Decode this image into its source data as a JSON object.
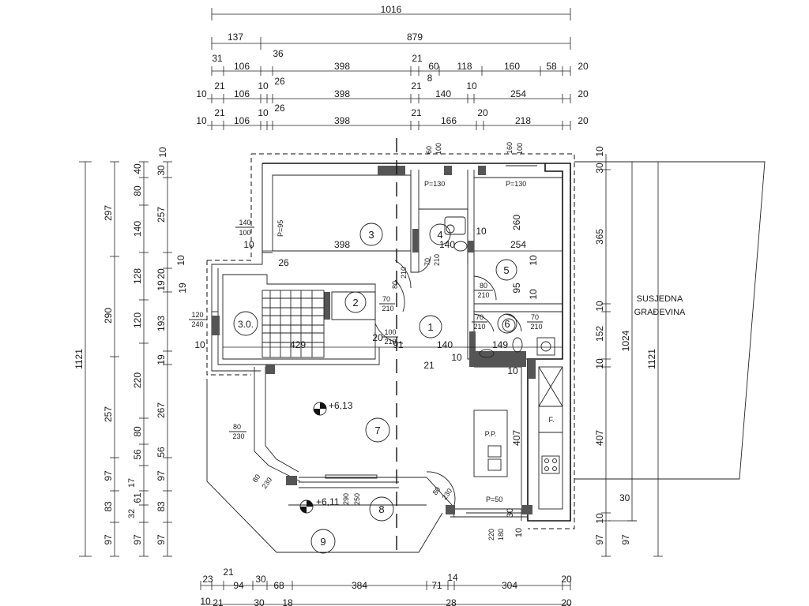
{
  "top_dims": {
    "row1": [
      "1016"
    ],
    "row2": [
      "137",
      "879"
    ],
    "row3": [
      "31",
      "106",
      "36",
      "398",
      "21",
      "8",
      "60",
      "118",
      "160",
      "58",
      "20"
    ],
    "row4": [
      "10",
      "21",
      "106",
      "10",
      "26",
      "398",
      "21",
      "140",
      "10",
      "254",
      "20"
    ],
    "row5": [
      "10",
      "21",
      "106",
      "10",
      "26",
      "398",
      "21",
      "166",
      "20",
      "218",
      "20"
    ]
  },
  "left_dims": {
    "col1": [
      "1121"
    ],
    "col2": [
      "297",
      "290",
      "257",
      "97",
      "83",
      "97"
    ],
    "col3": [
      "40",
      "80",
      "140",
      "128",
      "120",
      "220",
      "80",
      "56",
      "17",
      "61",
      "32",
      "97"
    ],
    "col4": [
      "30",
      "257",
      "20",
      "19",
      "193",
      "19",
      "267",
      "56",
      "97",
      "83",
      "97"
    ],
    "col5": [
      "10",
      "10",
      "19"
    ]
  },
  "right_dims": {
    "col1": [
      "10",
      "30",
      "365",
      "10",
      "152",
      "10",
      "407",
      "10",
      "97"
    ],
    "col2": [
      "1024"
    ],
    "col3": [
      "1121"
    ],
    "misc": [
      "10",
      "97",
      "30"
    ]
  },
  "bottom_dims": {
    "row1": [
      "23",
      "21",
      "94",
      "30",
      "68",
      "384",
      "71",
      "14",
      "304",
      "20"
    ],
    "row2": [
      "10",
      "21",
      "30",
      "18",
      "28",
      "20"
    ]
  },
  "rooms": [
    "1",
    "2",
    "3",
    "3.0.",
    "4",
    "5",
    "6",
    "7",
    "8",
    "9"
  ],
  "elevations": [
    "+6,13",
    "+6,11"
  ],
  "neighbor_label": [
    "SUSJEDNA",
    "GRAĐEVINA"
  ],
  "annotations": {
    "p95": "P=95",
    "p130a": "P=130",
    "p130b": "P=130",
    "p50": "P=50",
    "pp": "P.P.",
    "f": "F."
  },
  "openings": {
    "w_140_100": [
      "140",
      "100"
    ],
    "w_120_240": [
      "120",
      "240"
    ],
    "d_80_210_a": [
      "80",
      "210"
    ],
    "d_70_210_a": [
      "70",
      "210"
    ],
    "d_70_210_b": [
      "70",
      "210"
    ],
    "d_80_210_b": [
      "80",
      "210"
    ],
    "d_70_210_c": [
      "70",
      "210"
    ],
    "d_70_210_d": [
      "70",
      "210"
    ],
    "d_100_210": [
      "100",
      "210"
    ],
    "w_80_230_a": [
      "80",
      "230"
    ],
    "w_80_230_b": [
      "80",
      "230"
    ],
    "w_80_230_c": [
      "80",
      "230"
    ],
    "w_290_250": [
      "290",
      "250"
    ],
    "w_220_180": [
      "220",
      "180"
    ],
    "w_60_100": [
      "60",
      "100"
    ],
    "w_160_100": [
      "160",
      "100"
    ]
  },
  "interior_dims": {
    "d398": "398",
    "d10a": "10",
    "d26": "26",
    "d260": "260",
    "d254": "254",
    "d140a": "140",
    "d10b": "10",
    "d10c": "10",
    "d95": "95",
    "d10d": "10",
    "d429": "429",
    "d91": "91",
    "d140b": "140",
    "d149": "149",
    "d10e": "10",
    "d10f": "10",
    "d20": "20",
    "d21": "21",
    "d407": "407",
    "d30": "30",
    "d10g": "10"
  }
}
